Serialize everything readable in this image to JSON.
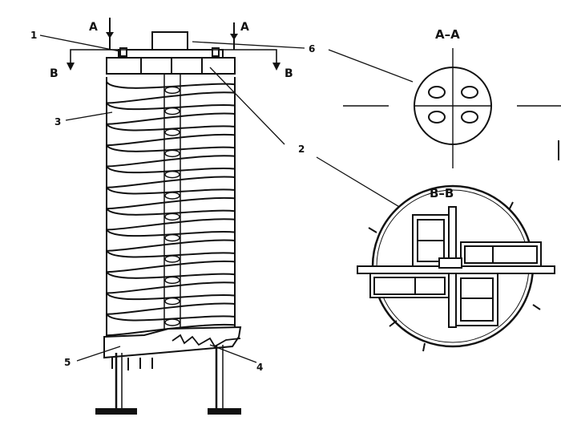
{
  "labels": {
    "part1": "1",
    "part2": "2",
    "part3": "3",
    "part4": "4",
    "part5": "5",
    "part6": "6",
    "section_a_left": "A",
    "section_a_right": "A",
    "section_b_left": "B",
    "section_b_right": "B",
    "view_aa": "A–A",
    "view_bb": "B–B"
  },
  "colors": {
    "ink": "#111111",
    "background": "#ffffff"
  },
  "spiral_turns": 12
}
